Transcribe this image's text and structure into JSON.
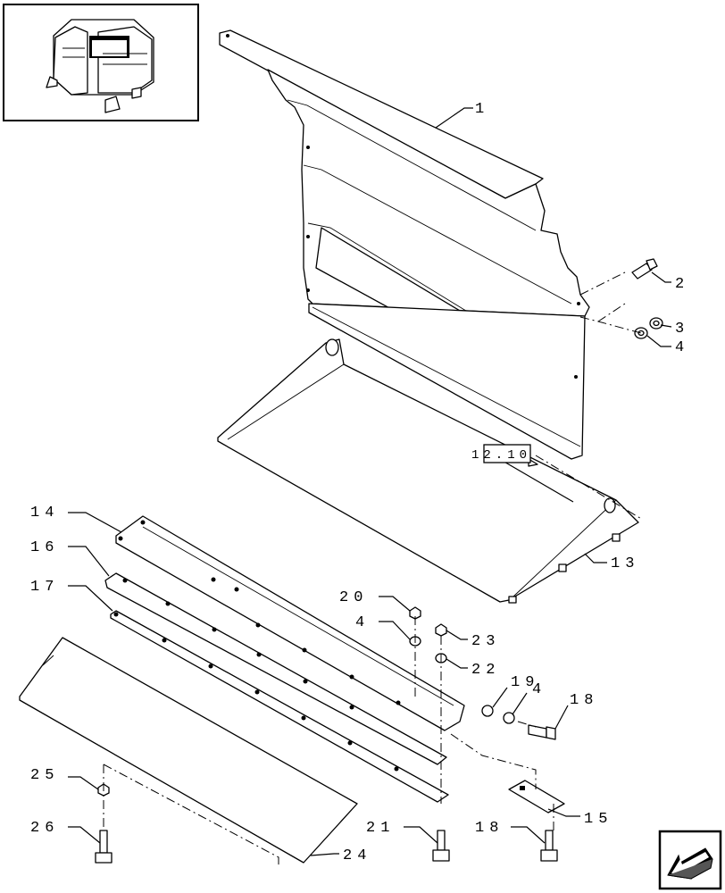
{
  "callouts": [
    {
      "id": "c1",
      "text": "1"
    },
    {
      "id": "c2",
      "text": "2"
    },
    {
      "id": "c3",
      "text": "3"
    },
    {
      "id": "c4a",
      "text": "4"
    },
    {
      "id": "c13",
      "text": "13"
    },
    {
      "id": "c14",
      "text": "14"
    },
    {
      "id": "c16",
      "text": "16"
    },
    {
      "id": "c17",
      "text": "17"
    },
    {
      "id": "c20",
      "text": "20"
    },
    {
      "id": "c4b",
      "text": "4"
    },
    {
      "id": "c23",
      "text": "23"
    },
    {
      "id": "c22",
      "text": "22"
    },
    {
      "id": "c19",
      "text": "19"
    },
    {
      "id": "c4c",
      "text": "4"
    },
    {
      "id": "c18a",
      "text": "18"
    },
    {
      "id": "c25",
      "text": "25"
    },
    {
      "id": "c26",
      "text": "26"
    },
    {
      "id": "c21",
      "text": "21"
    },
    {
      "id": "c18b",
      "text": "18"
    },
    {
      "id": "c15",
      "text": "15"
    },
    {
      "id": "c24",
      "text": "24"
    }
  ],
  "reference_box": {
    "text": "12.10"
  },
  "thumbnail": {
    "icon": "machine-overview-icon"
  },
  "nav_button": {
    "icon": "return-arrow-icon"
  }
}
